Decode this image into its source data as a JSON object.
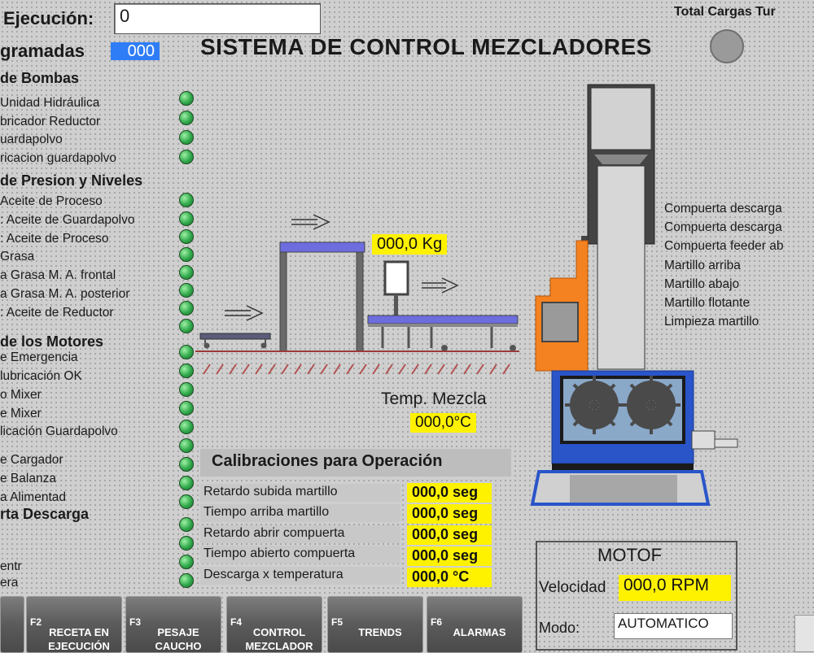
{
  "header": {
    "exec_label": "Ejecución:",
    "exec_value": "0",
    "prog_label": "gramadas",
    "prog_value": "000",
    "title": "SISTEMA DE CONTROL MEZCLADORES",
    "total_label": "Total Cargas Tur"
  },
  "left": {
    "sections": [
      {
        "title": "de Bombas",
        "items": [
          " Unidad Hidráulica",
          "bricador Reductor",
          "uardapolvo",
          "ricacion guardapolvo"
        ]
      },
      {
        "title": "de Presion y Niveles",
        "items": [
          "Aceite de Proceso",
          ": Aceite de Guardapolvo",
          ": Aceite de Proceso",
          "Grasa",
          "a Grasa M. A. frontal",
          "a Grasa M. A. posterior",
          ": Aceite de Reductor"
        ]
      },
      {
        "title": "de los Motores",
        "items": [
          "e Emergencia",
          "lubricación OK",
          "o Mixer",
          "e Mixer",
          "licación Guardapolvo",
          "e Cargador",
          "e Balanza",
          "a Alimentad"
        ]
      },
      {
        "title": "rta Descarga",
        "items": [
          "entr",
          "era"
        ]
      }
    ]
  },
  "process": {
    "weight": "000,0 Kg",
    "temp_label": "Temp. Mezcla",
    "temp_value": "000,0°C"
  },
  "calibration": {
    "title": "Calibraciones para Operación",
    "rows": [
      {
        "label": "Retardo subida martillo",
        "value": "000,0 seg"
      },
      {
        "label": "Tiempo arriba martillo",
        "value": "000,0 seg"
      },
      {
        "label": "Retardo abrir compuerta",
        "value": "000,0 seg"
      },
      {
        "label": "Tiempo abierto compuerta",
        "value": "000,0 seg"
      },
      {
        "label": "Descarga x temperatura",
        "value": "000,0 °C"
      }
    ]
  },
  "mixer_labels": [
    "Compuerta descarga",
    "Compuerta descarga",
    "Compuerta feeder ab",
    "Martillo arriba",
    "Martillo abajo",
    "Martillo flotante",
    "Limpieza martillo"
  ],
  "motor": {
    "title": "MOTOF",
    "speed_label": "Velocidad",
    "speed_value": "000,0 RPM",
    "mode_label": "Modo:",
    "mode_value": "AUTOMATICO"
  },
  "fkeys": [
    {
      "key": "F2",
      "label": "RECETA EN EJECUCIÓN"
    },
    {
      "key": "F3",
      "label": "PESAJE CAUCHO"
    },
    {
      "key": "F4",
      "label": "CONTROL MEZCLADOR"
    },
    {
      "key": "F5",
      "label": "TRENDS"
    },
    {
      "key": "F6",
      "label": "ALARMAS"
    }
  ],
  "colors": {
    "led_on": "#2fa84a",
    "value_bg": "#fff200",
    "accent_blue": "#2f7df6",
    "mixer_orange": "#f58220",
    "mixer_blue": "#2a55c9"
  }
}
